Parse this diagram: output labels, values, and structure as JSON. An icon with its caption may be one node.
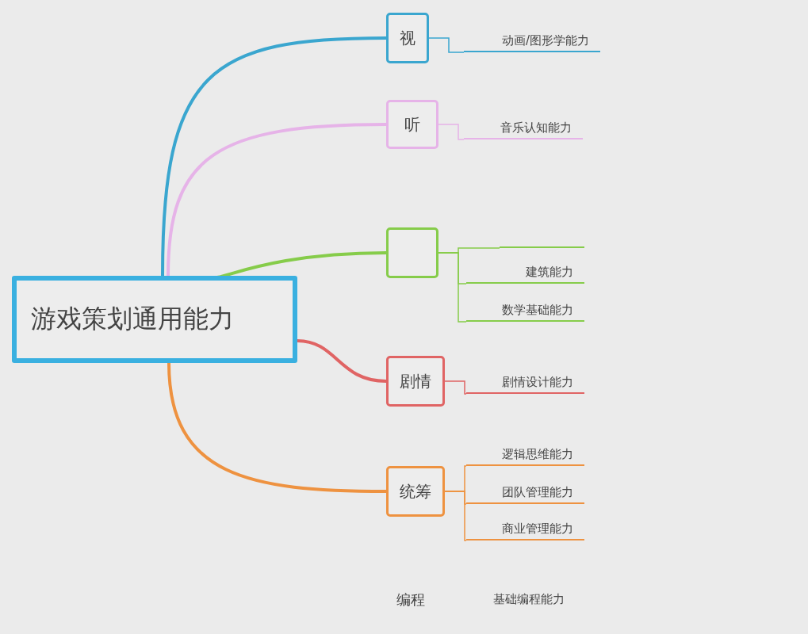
{
  "diagram": {
    "nodes": [
      {
        "text": [
          "游戏策划通用能力"
        ]
      },
      {
        "text": [
          "视"
        ]
      },
      {
        "text": [
          "动画/图形学能力"
        ]
      },
      {
        "text": [
          "听"
        ]
      },
      {
        "text": [
          "音乐认知能力"
        ]
      },
      {
        "text": [],
        "shape": "box"
      },
      {
        "text": [],
        "shape": "line"
      },
      {
        "text": [
          "建筑能力"
        ]
      },
      {
        "text": [
          "数学基础能力"
        ]
      },
      {
        "text": [
          "剧情"
        ]
      },
      {
        "text": [
          "剧情设计能力"
        ]
      },
      {
        "text": [
          "统筹"
        ]
      },
      {
        "text": [
          "逻辑思维能力"
        ]
      },
      {
        "text": [
          "团队管理能力"
        ]
      },
      {
        "text": [
          "商业管理能力"
        ]
      }
    ],
    "edges": [
      {
        "from": 0,
        "to": 1,
        "arrow": "none",
        "style": "thick",
        "color": "#3aa6cf"
      },
      {
        "from": 1,
        "to": 2,
        "arrow": "none",
        "color": "#3aa6cf"
      },
      {
        "from": 0,
        "to": 3,
        "arrow": "none",
        "style": "thick",
        "color": "#e6b3e8"
      },
      {
        "from": 3,
        "to": 4,
        "arrow": "none",
        "color": "#e6b3e8"
      },
      {
        "from": 0,
        "to": 5,
        "arrow": "none",
        "style": "thick",
        "color": "#86cc4a"
      },
      {
        "from": 5,
        "to": 6,
        "arrow": "none",
        "color": "#86cc4a"
      },
      {
        "from": 5,
        "to": 7,
        "arrow": "none",
        "color": "#86cc4a"
      },
      {
        "from": 5,
        "to": 8,
        "arrow": "none",
        "color": "#86cc4a"
      },
      {
        "from": 0,
        "to": 9,
        "arrow": "none",
        "style": "thick",
        "color": "#e06464"
      },
      {
        "from": 9,
        "to": 10,
        "arrow": "none",
        "color": "#e06464"
      },
      {
        "from": 0,
        "to": 11,
        "arrow": "none",
        "style": "thick",
        "color": "#ee9240"
      },
      {
        "from": 11,
        "to": 12,
        "arrow": "none",
        "color": "#ee9240"
      },
      {
        "from": 11,
        "to": 13,
        "arrow": "none",
        "color": "#ee9240"
      },
      {
        "from": 11,
        "to": 14,
        "arrow": "none",
        "color": "#ee9240"
      }
    ],
    "labels": [
      "编程",
      "基础编程能力"
    ]
  }
}
